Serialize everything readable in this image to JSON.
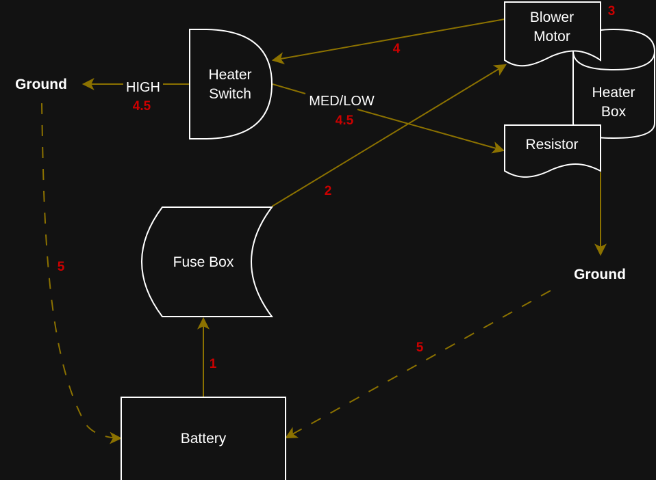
{
  "diagram": {
    "title": "Heater blower circuit flow",
    "colors": {
      "background": "#121212",
      "node_stroke": "#ffffff",
      "edge": "#8c7200",
      "step_number": "#cc0000",
      "text": "#ffffff"
    },
    "nodes": {
      "heater_switch": {
        "line1": "Heater",
        "line2": "Switch"
      },
      "blower_motor": {
        "line1": "Blower",
        "line2": "Motor"
      },
      "heater_box": {
        "line1": "Heater",
        "line2": "Box"
      },
      "resistor": {
        "label": "Resistor"
      },
      "fuse_box": {
        "label": "Fuse Box"
      },
      "battery": {
        "label": "Battery"
      },
      "ground_left": {
        "label": "Ground"
      },
      "ground_right": {
        "label": "Ground"
      }
    },
    "edges": {
      "battery_to_fuse": {
        "step": "1"
      },
      "fuse_to_blower": {
        "step": "2"
      },
      "blower_step": {
        "step": "3"
      },
      "blower_to_switch": {
        "step": "4"
      },
      "switch_to_ground_high": {
        "label": "HIGH",
        "step": "4.5"
      },
      "switch_to_resistor_medlow": {
        "label": "MED/LOW",
        "step": "4.5"
      },
      "resistor_to_ground": {
        "step": ""
      },
      "ground_left_to_battery": {
        "step": "5"
      },
      "ground_right_to_battery": {
        "step": "5"
      }
    }
  }
}
